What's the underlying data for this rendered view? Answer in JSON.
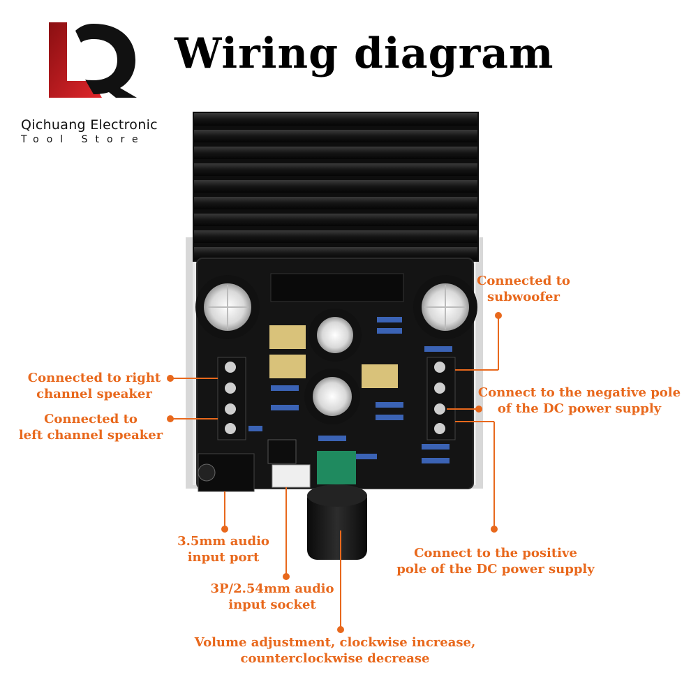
{
  "header": {
    "title": "Wiring diagram",
    "brand_name": "Qichuang Electronic",
    "brand_sub": "Tool Store",
    "logo_letters": "LQ"
  },
  "callouts": {
    "subwoofer": [
      "Connected to",
      "subwoofer"
    ],
    "right_speaker": [
      "Connected to right",
      "channel speaker"
    ],
    "left_speaker": [
      "Connected to",
      "left channel speaker"
    ],
    "negative_pole": [
      "Connect to the negative pole",
      "of the DC power supply"
    ],
    "positive_pole": [
      "Connect to the positive",
      "pole of the DC power supply"
    ],
    "audio_port": [
      "3.5mm audio",
      "input port"
    ],
    "audio_socket": [
      "3P/2.54mm audio",
      "input socket"
    ],
    "volume": [
      "Volume adjustment, clockwise increase,",
      "counterclockwise decrease"
    ]
  },
  "colors": {
    "accent": "#e8681c",
    "heatsink": "#1b1b1b",
    "pcb": "#151515",
    "logo_red": "#c4161c",
    "logo_black": "#111111",
    "knob_green": "#1f8a5f"
  }
}
